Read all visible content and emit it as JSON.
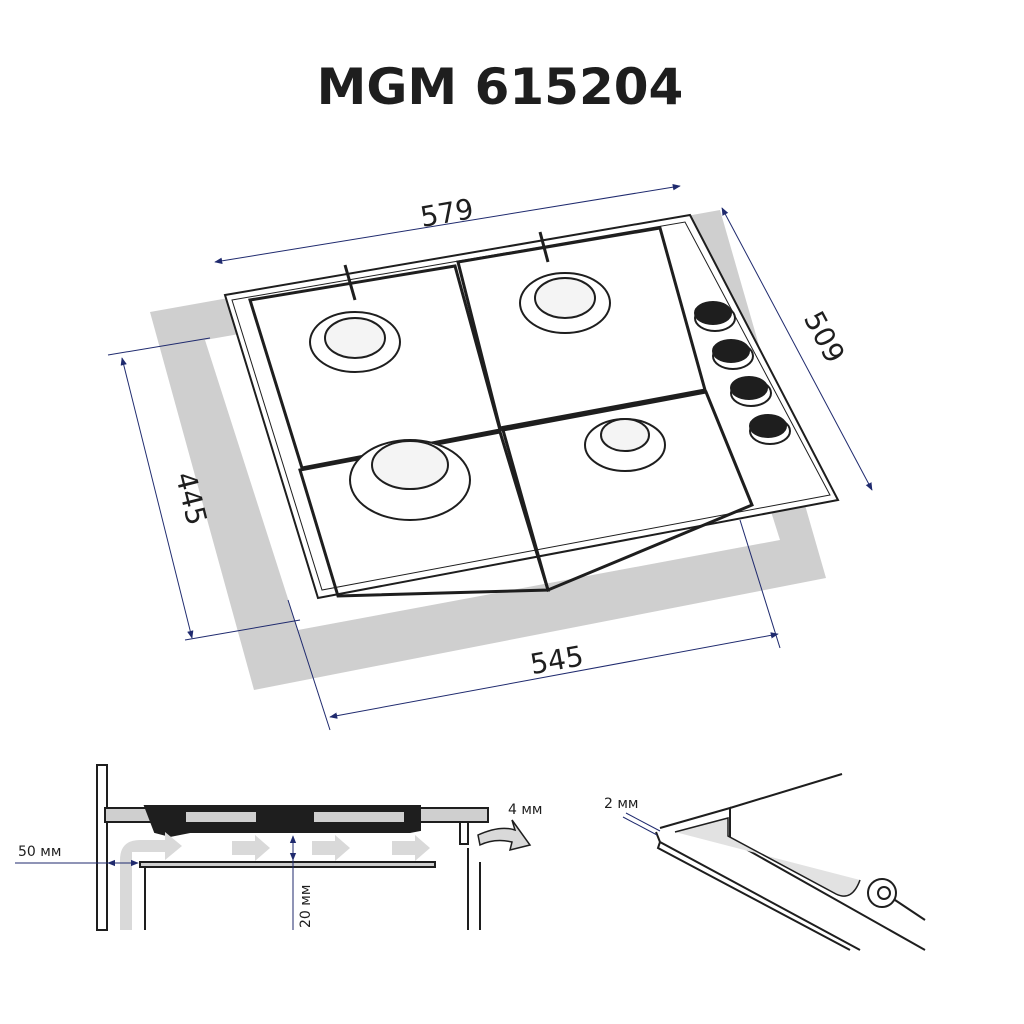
{
  "title": "MGM 615204",
  "top_view": {
    "dim_width": "579",
    "dim_depth": "509",
    "cutout_depth": "445",
    "cutout_width": "545",
    "burners": 4,
    "knobs": 4
  },
  "section_view": {
    "side_gap": "50 мм",
    "under_gap": "20 мм",
    "vent_gap": "4 мм"
  },
  "seal_view": {
    "seal_thickness": "2 мм"
  },
  "colors": {
    "line": "#1e1e1e",
    "dim_line": "#1f2a6e",
    "cutout_fill": "#cfcfcf",
    "arrow_fill": "#d9d9d9"
  }
}
